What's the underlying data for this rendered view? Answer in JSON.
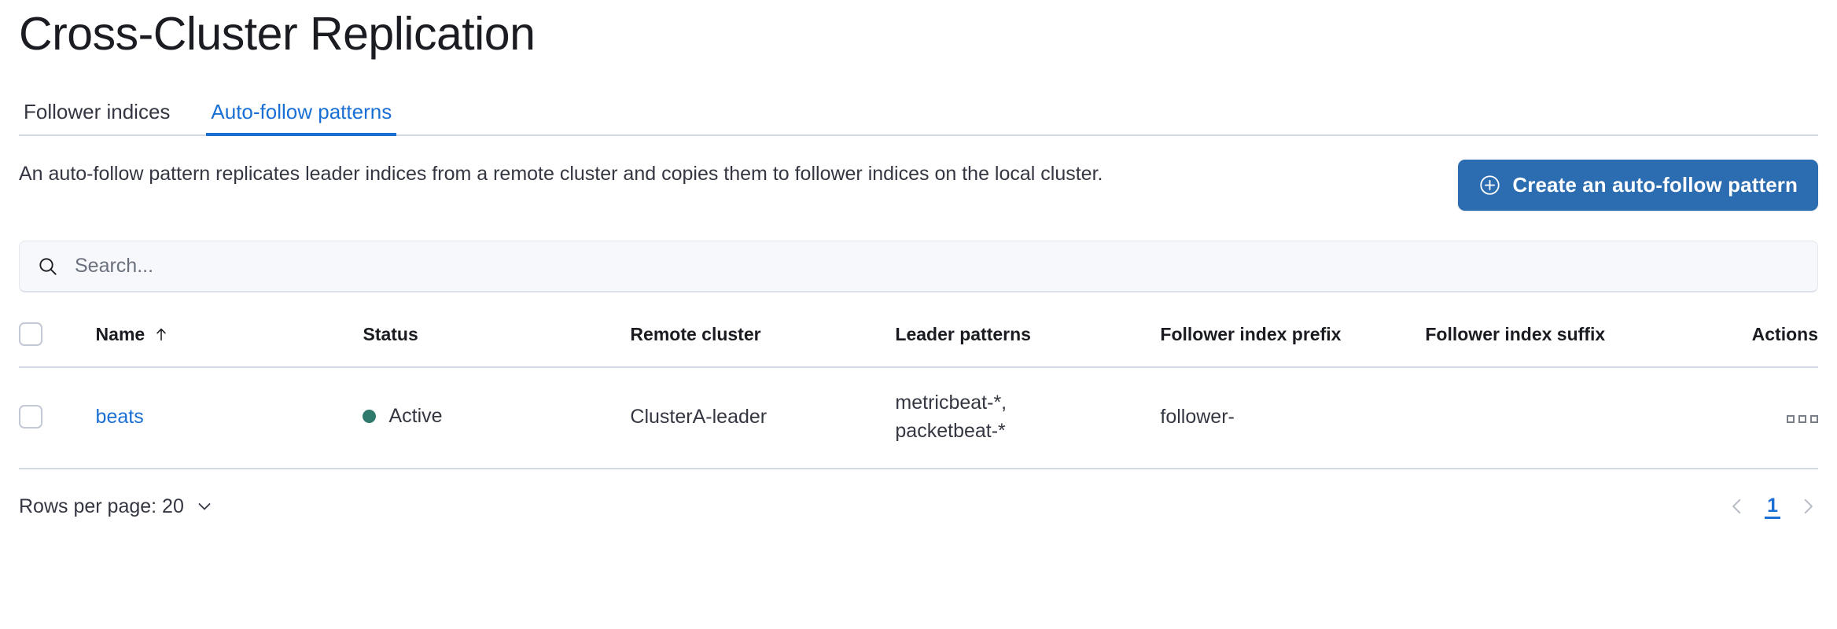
{
  "header": {
    "title": "Cross-Cluster Replication"
  },
  "tabs": [
    {
      "label": "Follower indices",
      "active": false
    },
    {
      "label": "Auto-follow patterns",
      "active": true
    }
  ],
  "intro": {
    "description": "An auto-follow pattern replicates leader indices from a remote cluster and copies them to follower indices on the local cluster.",
    "create_button_label": "Create an auto-follow pattern",
    "create_button_icon": "plus-in-circle-icon",
    "create_button_color": "#2c6cb0"
  },
  "search": {
    "placeholder": "Search...",
    "value": "",
    "icon": "search-icon"
  },
  "table": {
    "columns": [
      {
        "key": "name",
        "label": "Name",
        "sorted": "asc"
      },
      {
        "key": "status",
        "label": "Status"
      },
      {
        "key": "remote_cluster",
        "label": "Remote cluster"
      },
      {
        "key": "leader_patterns",
        "label": "Leader patterns"
      },
      {
        "key": "follower_index_prefix",
        "label": "Follower index prefix"
      },
      {
        "key": "follower_index_suffix",
        "label": "Follower index suffix"
      },
      {
        "key": "actions",
        "label": "Actions"
      }
    ],
    "rows": [
      {
        "name": "beats",
        "status": "Active",
        "status_color": "#307a6d",
        "remote_cluster": "ClusterA-leader",
        "leader_patterns": "metricbeat-*,\npacketbeat-*",
        "follower_index_prefix": "follower-",
        "follower_index_suffix": "",
        "actions_icon": "boxes-horizontal-icon"
      }
    ]
  },
  "footer": {
    "rows_per_page_label": "Rows per page: 20",
    "pagination": {
      "previous_icon": "chevron-left-icon",
      "next_icon": "chevron-right-icon",
      "current_page": "1"
    }
  }
}
